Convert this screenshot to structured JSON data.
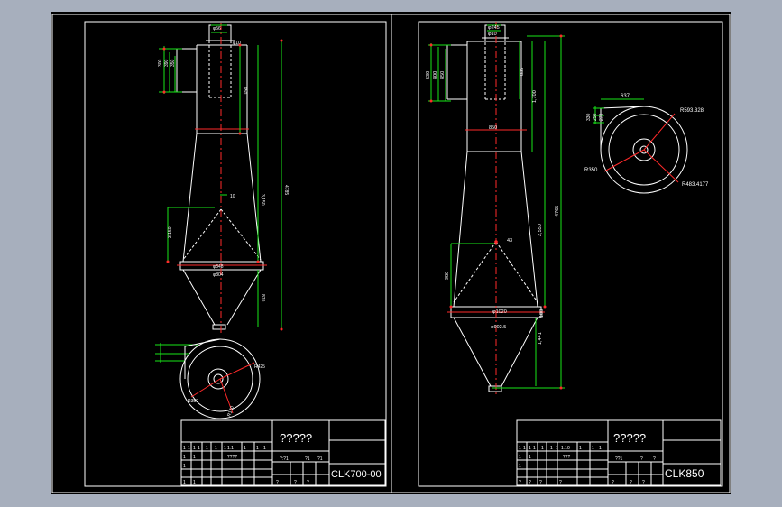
{
  "sheet_left": {
    "title_block": {
      "name": "?????",
      "drawing_no": "CLK700-00",
      "row_a": [
        "1",
        "1",
        "1",
        "1",
        "1",
        "1",
        "1",
        "1:1",
        "1",
        "1",
        "1"
      ],
      "row_b": [
        "1",
        "1",
        "1",
        "1",
        "????",
        "1",
        "1"
      ],
      "row_c": [
        "1",
        "1",
        "?:?1",
        "?1",
        "?1"
      ],
      "row_d": [
        "1",
        "1",
        "1",
        "1",
        "?",
        "?",
        "?"
      ]
    },
    "dims": {
      "overall_height": "4785",
      "body_inner": "850",
      "cone_mid": "3,150",
      "cone_lower": "870",
      "angle": "10",
      "ring_dia": "φ848",
      "ring_dia2": "φ804",
      "inlet_a": "300",
      "inlet_b": "390",
      "inlet_c": "350",
      "top_a": "φ56",
      "top_b": "φ10",
      "plan_r1": "R425",
      "plan_r2": "R350",
      "plan_r3": "R170"
    }
  },
  "sheet_right": {
    "title_block": {
      "name": "?????",
      "drawing_no": "CLK850",
      "row_a": [
        "1",
        "1",
        "1",
        "1",
        "1",
        "1",
        "1",
        "1:10",
        "1",
        "1",
        "1"
      ],
      "row_b": [
        "1",
        "1",
        "1",
        "1",
        "???",
        "1",
        "1"
      ],
      "row_c": [
        "1",
        "1",
        "??1",
        "?",
        "?"
      ],
      "row_d": [
        "?",
        "?",
        "?",
        "?",
        "?",
        "?",
        "?"
      ]
    },
    "dims": {
      "top_a": "φ245",
      "top_b": "φ10",
      "inlet_a": "530",
      "inlet_b": "800",
      "inlet_c": "850",
      "body_dia": "850",
      "height_a": "835",
      "height_b": "1,700",
      "height_c": "2,550",
      "overall_height": "4765",
      "cone_lower": "980",
      "angle": "43",
      "ring_dia": "φ1020",
      "ring_dia2": "φ902.5",
      "ring_thk": "100",
      "bottom_height": "1,441",
      "plan_top_width": "637",
      "plan_r1": "R593.328",
      "plan_r2": "R350",
      "plan_r3": "R483.4177",
      "plan_h1": "330",
      "plan_h2": "250",
      "plan_h3": "270"
    }
  }
}
